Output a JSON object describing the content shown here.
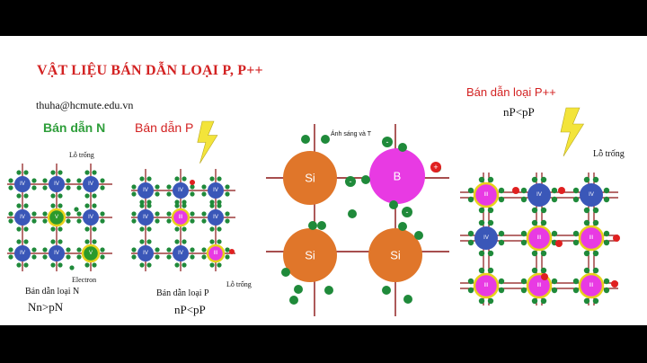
{
  "slide": {
    "title": "VẬT LIỆU BÁN DẪN LOẠI P, P++",
    "email": "thuha@hcmute.edu.vn"
  },
  "panel_n": {
    "heading": "Bán dẫn N",
    "hole_label": "Lỗ trống",
    "electron_label": "Electron",
    "caption": "Bán dẫn loại N",
    "formula": "Nn>pN",
    "atom_iv": "IV",
    "atom_v": "V"
  },
  "panel_p": {
    "heading": "Bán dẫn P",
    "hole_label": "Lỗ trống",
    "caption": "Bán dẫn loại P",
    "formula": "nP<pP",
    "atom_iv": "IV",
    "atom_iii": "III"
  },
  "panel_photo": {
    "light_label": "Ánh sáng và T",
    "atom_si": "Si",
    "atom_b": "B",
    "minus": "-",
    "plus": "+"
  },
  "panel_ppp": {
    "heading": "Bán dẫn loại P++",
    "formula": "nP<pP",
    "hole_label": "Lỗ trống",
    "atom_iv": "IV",
    "atom_iii": "III"
  },
  "colors": {
    "title_red": "#d32222",
    "n_green": "#2e9e3a",
    "iv_blue": "#3a57b8",
    "v_green": "#2b9a2b",
    "iii_magenta": "#e83ae3",
    "si_orange": "#e0762a",
    "lattice_red": "#8a1414",
    "electron_green": "#1f8a3a",
    "lightning_yellow": "#f3e43a"
  }
}
